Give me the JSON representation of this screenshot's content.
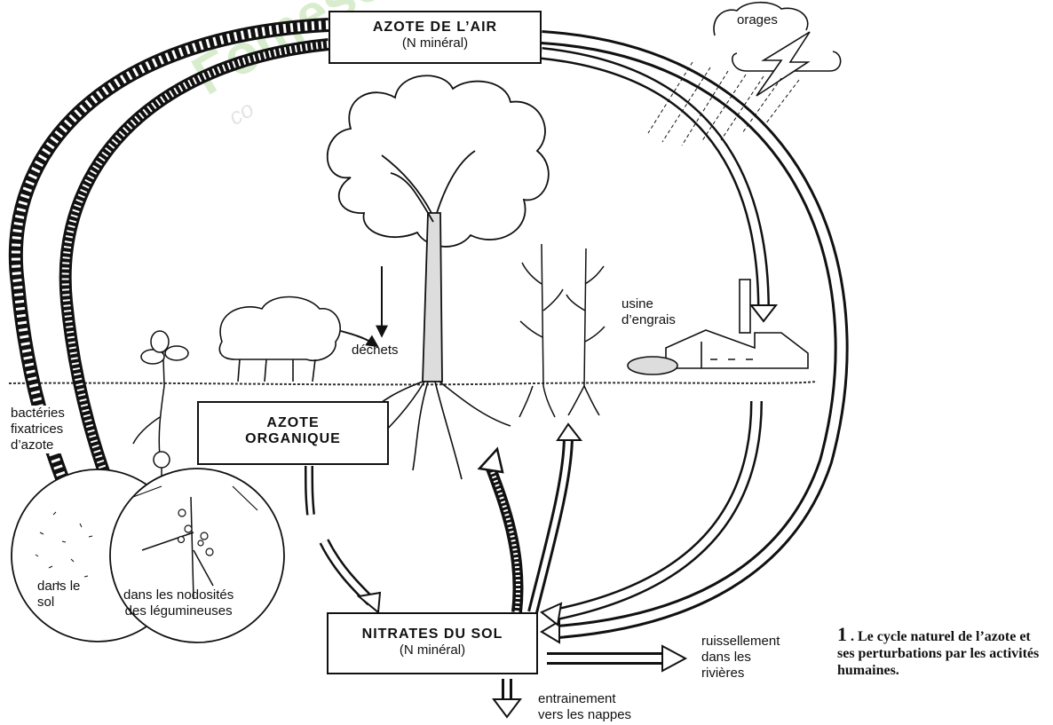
{
  "watermark": {
    "brand": "Fomesoutra",
    "tail": "co"
  },
  "boxes": {
    "air": {
      "title": "AZOTE DE L’AIR",
      "subtitle": "(N minéral)"
    },
    "organic": {
      "line1": "AZOTE",
      "line2": "ORGANIQUE"
    },
    "nitrates": {
      "title": "NITRATES DU SOL",
      "subtitle": "(N minéral)"
    }
  },
  "labels": {
    "orages": "orages",
    "usine": [
      "usine",
      "d’engrais"
    ],
    "dechets": "déchets",
    "bacteries": [
      "bactéries",
      "fixatrices",
      "d’azote"
    ],
    "dans_le_sol": [
      "dans le",
      "sol"
    ],
    "nodosites": [
      "dans les nodosités",
      "des légumineuses"
    ],
    "ruissellement": [
      "ruissellement",
      "dans les",
      "rivières"
    ],
    "entrainement": [
      "entrainement",
      "vers les nappes"
    ]
  },
  "caption": {
    "number": "1",
    "text": " . Le cycle naturel de l’azote et ses perturbations par les activités humaines."
  }
}
